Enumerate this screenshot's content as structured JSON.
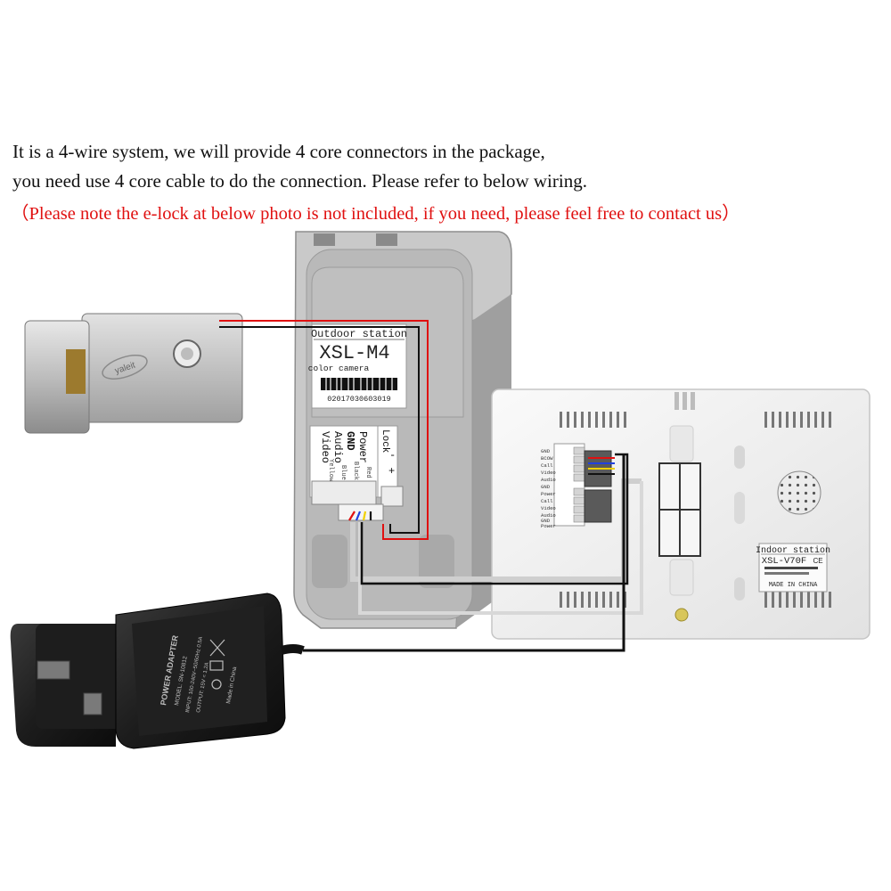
{
  "caption": {
    "line1": "It is a 4-wire system, we will provide 4 core connectors in the package,",
    "line2": "you need use 4 core cable to do the connection. Please refer to below wiring.",
    "line3": "（Please note the e-lock at below photo is not included, if you need, please feel free to contact us）"
  },
  "outdoor_station": {
    "header": "Outdoor station",
    "model": "XSL-M4",
    "subtitle": "color camera",
    "serial": "02017030603019",
    "terminals": [
      "Video",
      "Audio",
      "GND",
      "Power"
    ],
    "wire_colors": [
      "Yellow",
      "Blue",
      "Black",
      "Red"
    ],
    "lock_label": "Lock",
    "lock_minus": "-",
    "lock_plus": "+"
  },
  "indoor_station": {
    "header": "Indoor station",
    "model": "XSL-V70F",
    "ce_mark": "CE",
    "made_in": "MADE IN CHINA",
    "terminal_labels": [
      "GND",
      "BCOW",
      "Call",
      "Video",
      "Audio",
      "GND",
      "Power",
      "Call",
      "Video",
      "Audio",
      "GND",
      "Power"
    ]
  },
  "adapter": {
    "title": "POWER ADAPTER",
    "model": "MODEL: SN-10812",
    "input": "INPUT: 100-240V~50/60Hz 0.5A",
    "output": "OUTPUT: 15V = 1.2A",
    "made_in": "Made in China"
  },
  "lock": {
    "brand": "yaleit"
  },
  "colors": {
    "red_wire": "#e01010",
    "black_wire": "#111111",
    "gray_cable": "#cfcfcf",
    "caption_red": "#e01010"
  }
}
